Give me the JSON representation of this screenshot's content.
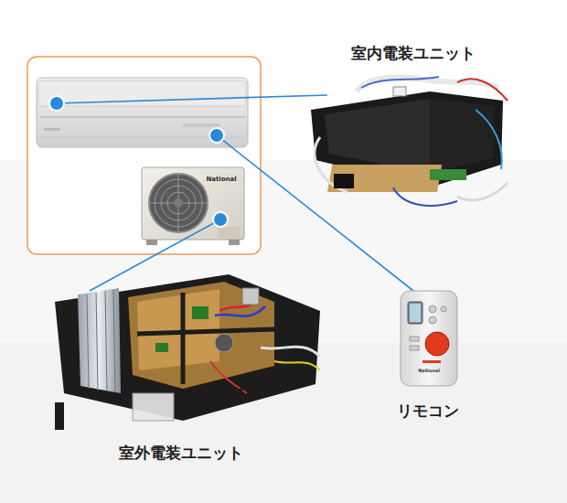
{
  "diagram": {
    "labels": [
      "室内電装ユニット",
      "室外電装ユニット",
      "リモコン",
      "National",
      "National"
    ]
  }
}
